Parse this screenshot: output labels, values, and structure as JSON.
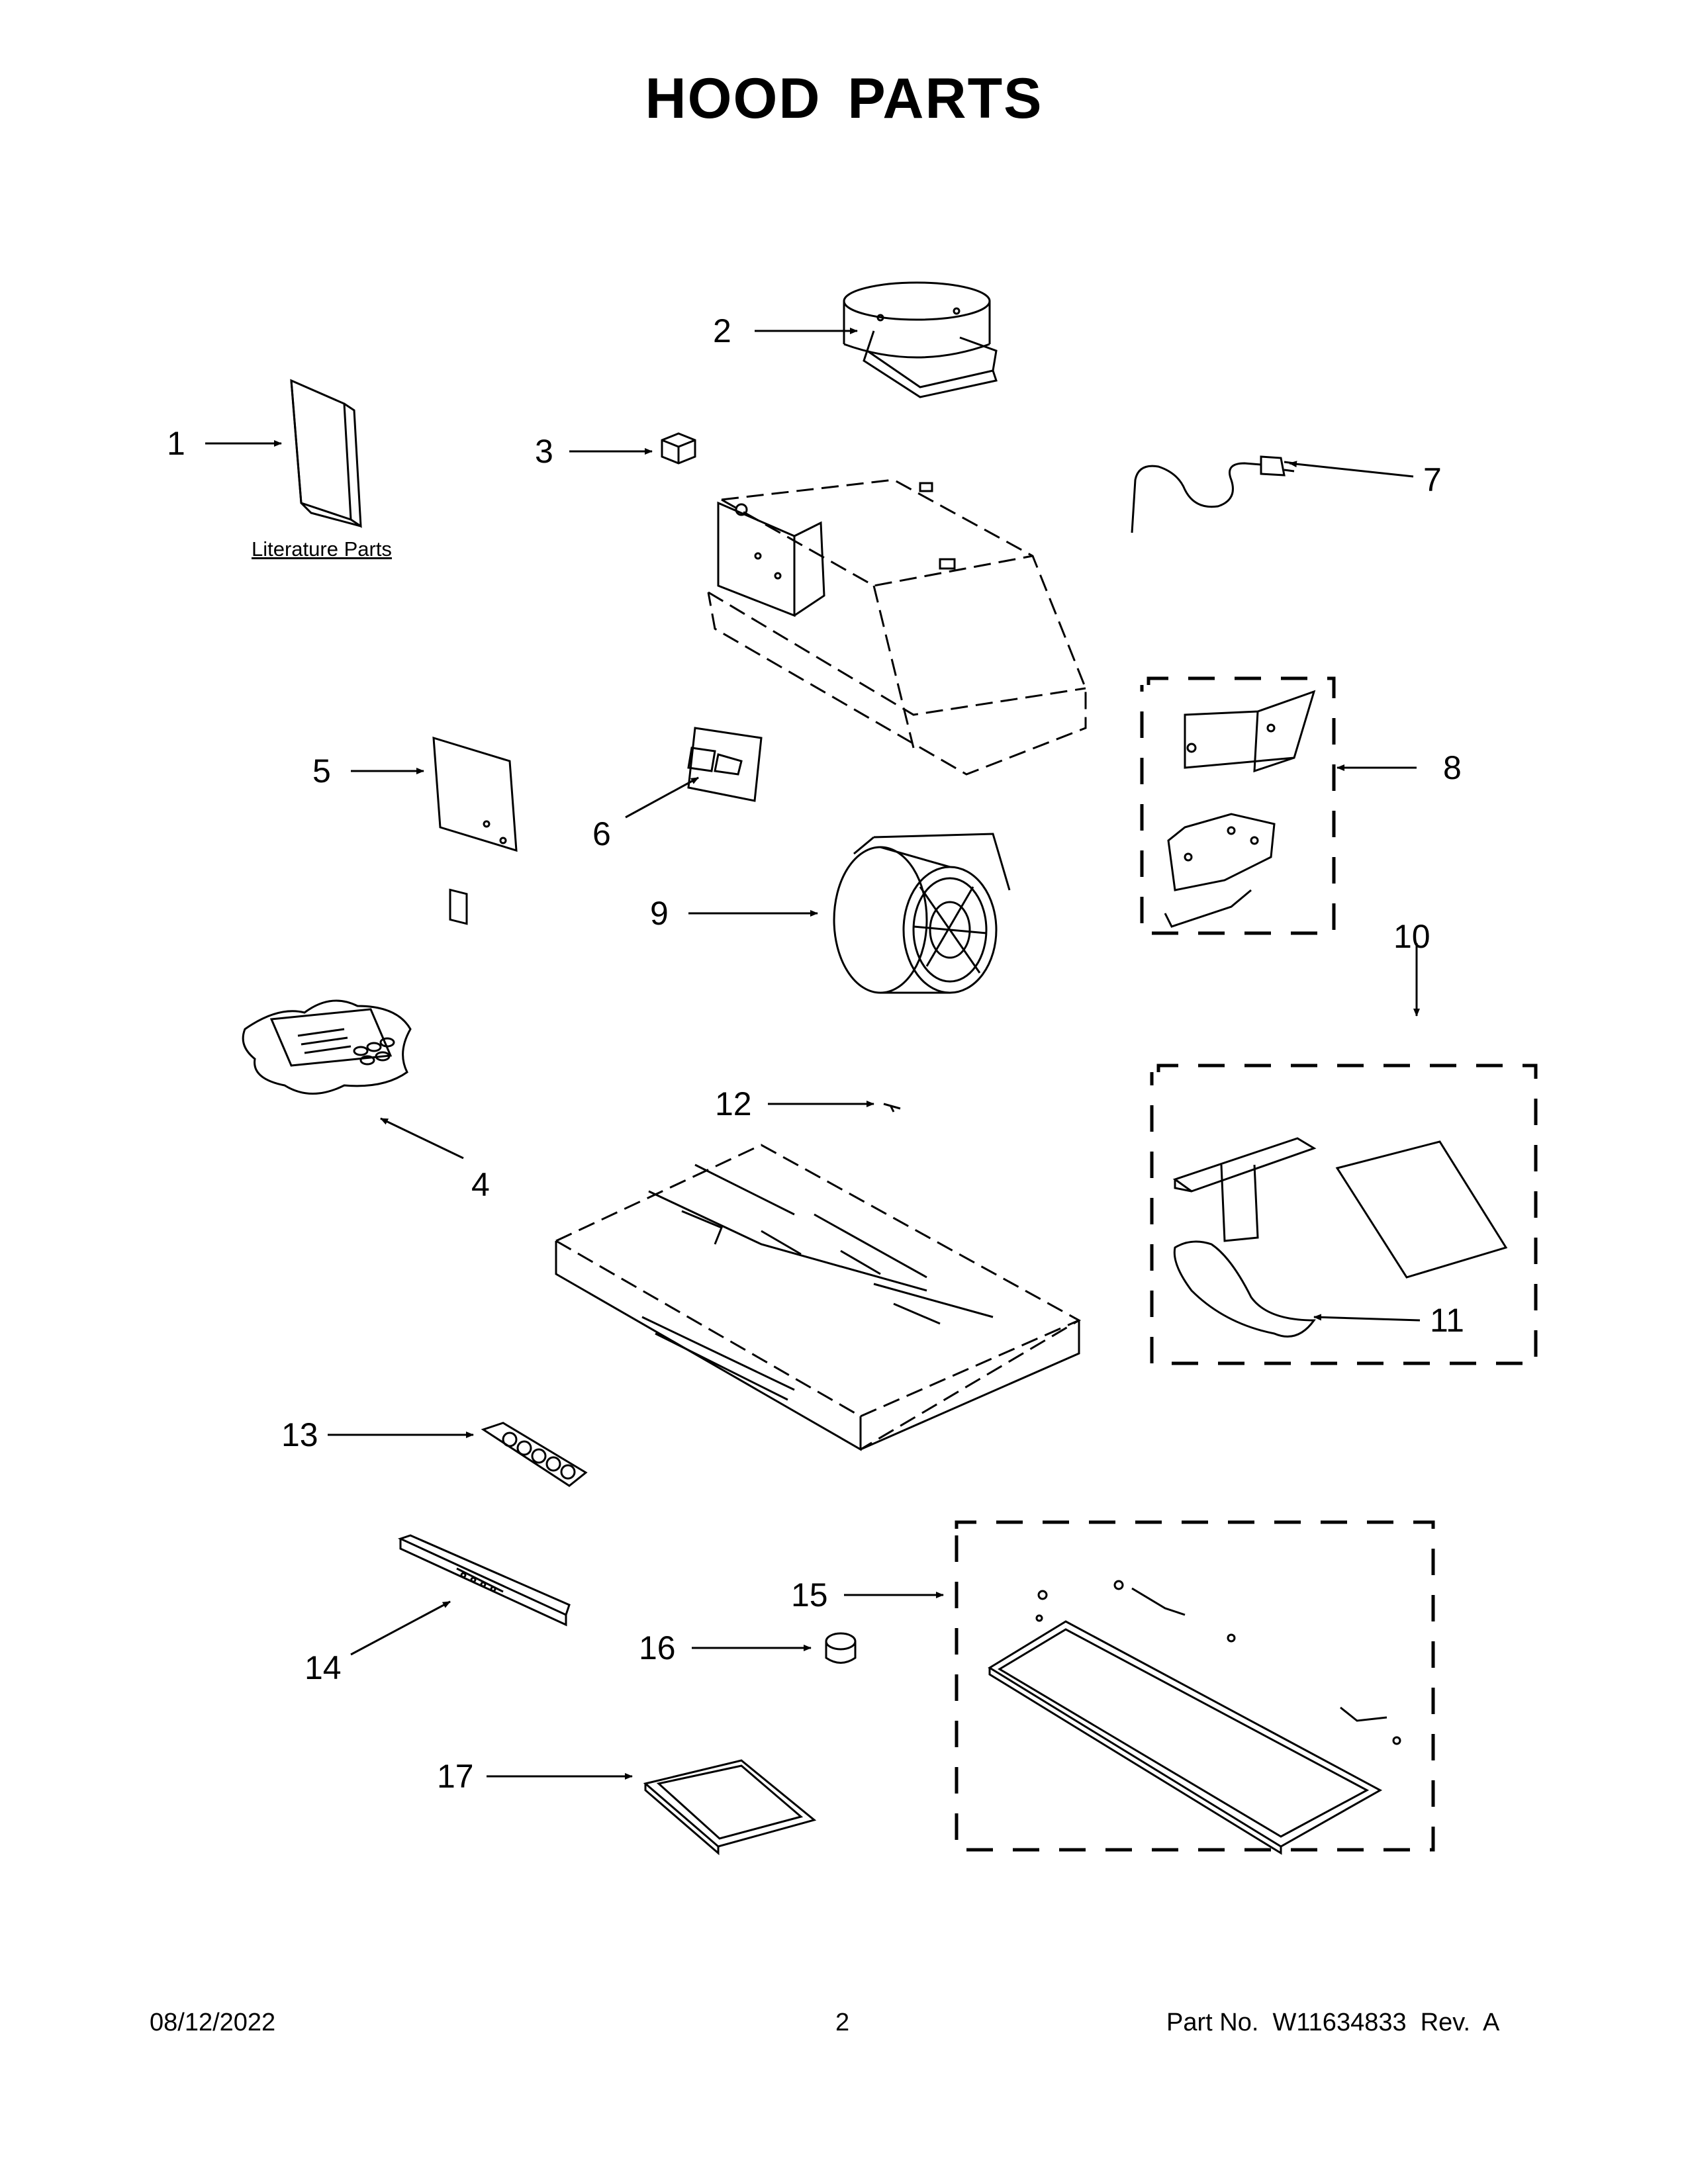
{
  "title": "HOOD PARTS",
  "literature_label": "Literature Parts",
  "callouts": {
    "c1": "1",
    "c2": "2",
    "c3": "3",
    "c4": "4",
    "c5": "5",
    "c6": "6",
    "c7": "7",
    "c8": "8",
    "c9": "9",
    "c10": "10",
    "c11": "11",
    "c12": "12",
    "c13": "13",
    "c14": "14",
    "c15": "15",
    "c16": "16",
    "c17": "17"
  },
  "footer": {
    "date": "08/12/2022",
    "page": "2",
    "part": "Part No.  W11634833  Rev.  A"
  }
}
